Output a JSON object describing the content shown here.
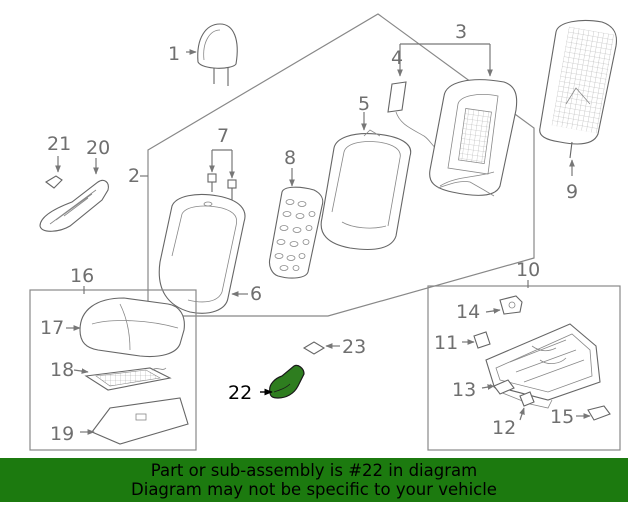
{
  "labels": {
    "p1": "1",
    "p2": "2",
    "p3": "3",
    "p4": "4",
    "p5": "5",
    "p6": "6",
    "p7": "7",
    "p8": "8",
    "p9": "9",
    "p10": "10",
    "p11": "11",
    "p12": "12",
    "p13": "13",
    "p14": "14",
    "p15": "15",
    "p16": "16",
    "p17": "17",
    "p18": "18",
    "p19": "19",
    "p20": "20",
    "p21": "21",
    "p22": "22",
    "p23": "23"
  },
  "highlight": {
    "part": "22",
    "color": "#2e7d1f"
  },
  "banner": {
    "line1": "Part or sub-assembly is #22 in diagram",
    "line2": "Diagram may not be specific to your vehicle",
    "color": "#1c7a0f"
  }
}
